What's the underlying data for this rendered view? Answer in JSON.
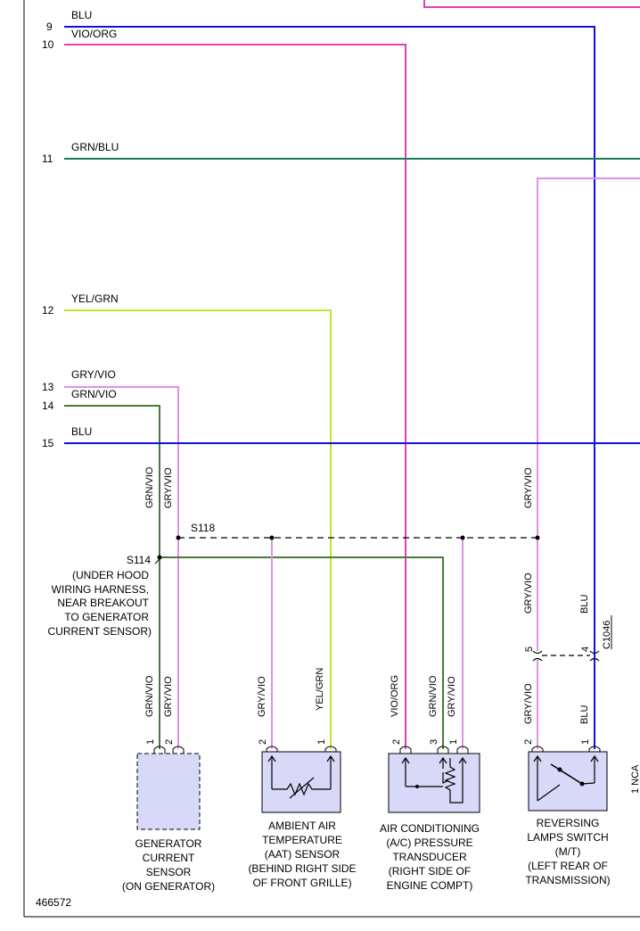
{
  "wires": {
    "w9": {
      "pin": "9",
      "color_label": "BLU",
      "stroke": "#1010e0"
    },
    "w10": {
      "pin": "10",
      "color_label": "VIO/ORG",
      "stroke": "#e040b0"
    },
    "w11": {
      "pin": "11",
      "color_label": "GRN/BLU",
      "stroke": "#1a7a5a"
    },
    "w12": {
      "pin": "12",
      "color_label": "YEL/GRN",
      "stroke": "#b8e830"
    },
    "w13": {
      "pin": "13",
      "color_label": "GRY/VIO",
      "stroke": "#e090e8"
    },
    "w14": {
      "pin": "14",
      "color_label": "GRN/VIO",
      "stroke": "#4a7a3a"
    },
    "w15": {
      "pin": "15",
      "color_label": "BLU",
      "stroke": "#1010e0"
    }
  },
  "vertical_labels": {
    "grn_vio": "GRN/VIO",
    "gry_vio": "GRY/VIO",
    "yel_grn": "YEL/GRN",
    "vio_org": "VIO/ORG",
    "blu": "BLU"
  },
  "splices": {
    "s118": "S118",
    "s114": "S114",
    "s114_note": [
      "(UNDER HOOD",
      "WIRING HARNESS,",
      "NEAR BREAKOUT",
      "TO GENERATOR",
      "CURRENT SENSOR)"
    ]
  },
  "connector": {
    "name": "C1046",
    "pin_a": "5",
    "pin_b": "4"
  },
  "pins": {
    "p1": "1",
    "p2": "2",
    "p3": "3"
  },
  "components": {
    "generator": [
      "GENERATOR",
      "CURRENT",
      "SENSOR",
      "(ON GENERATOR)"
    ],
    "aat": [
      "AMBIENT AIR",
      "TEMPERATURE",
      "(AAT) SENSOR",
      "(BEHIND RIGHT SIDE",
      "OF FRONT GRILLE)"
    ],
    "ac": [
      "AIR CONDITIONING",
      "(A/C) PRESSURE",
      "TRANSDUCER",
      "(RIGHT SIDE OF",
      "ENGINE COMPT)"
    ],
    "reversing": [
      "REVERSING",
      "LAMPS SWITCH",
      "(M/T)",
      "(LEFT REAR OF",
      "TRANSMISSION)"
    ]
  },
  "edge_fragment": "1  NCA",
  "figure_id": "466572",
  "colors": {
    "blue": "#1010e0",
    "pink": "#e040b0",
    "teal": "#1a7a5a",
    "yellow_green": "#b8e830",
    "gray_violet": "#e090e8",
    "green_violet": "#4a7a3a",
    "component_fill": "#d8d8f8"
  }
}
